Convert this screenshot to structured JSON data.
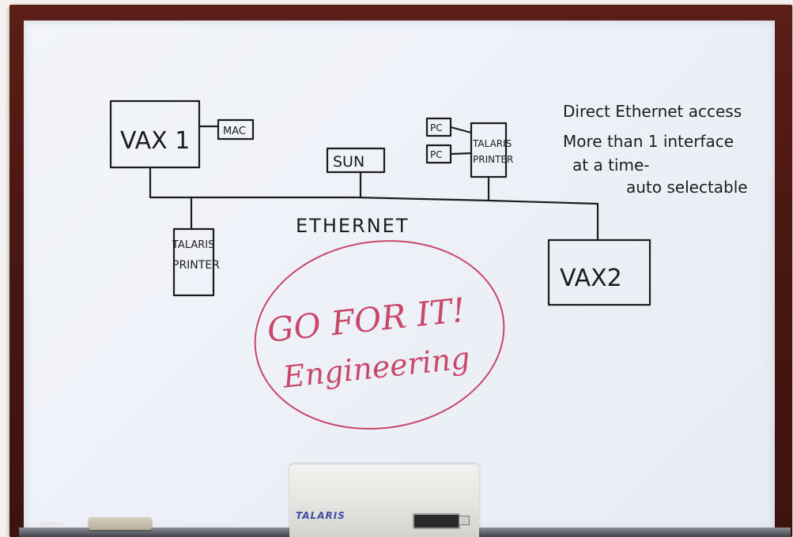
{
  "board": {
    "nodes": {
      "vax1": "VAX 1",
      "mac": "MAC",
      "sun": "SUN",
      "pc1": "PC",
      "pc2": "PC",
      "talaris_top_line1": "TALARIS",
      "talaris_top_line2": "PRINTER",
      "talaris_left_line1": "TALARIS",
      "talaris_left_line2": "PRINTER",
      "vax2": "VAX2"
    },
    "network_label": "ETHERNET",
    "notes": {
      "line1": "Direct Ethernet access",
      "line2": "More than 1 interface",
      "line3": "at a time-",
      "line4": "auto selectable"
    },
    "slogan": {
      "line1": "GO FOR IT!",
      "line2": "Engineering"
    }
  },
  "device": {
    "brand": "TALARIS"
  },
  "colors": {
    "frame": "#4a1711",
    "board": "#eef1f7",
    "ink": "#1c1c1c",
    "red_marker": "#c8486a"
  }
}
